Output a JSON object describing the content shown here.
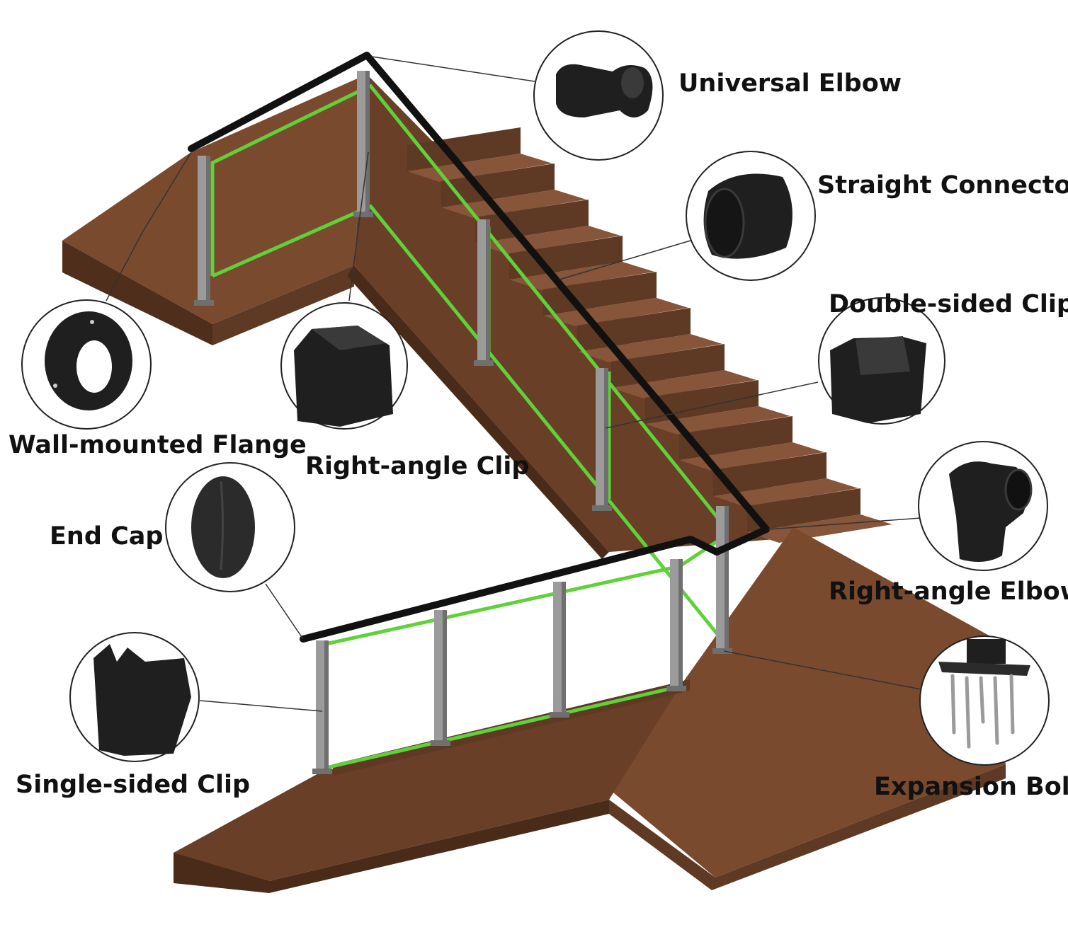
{
  "diagram": {
    "colors": {
      "floor": "#7a4a2e",
      "floor_side": "#4f2e1b",
      "stair_tread": "#86553a",
      "stair_riser": "#5e3923",
      "glass_edge": "#5fd13a",
      "post": "#9b9b9b",
      "post_shade": "#6f6f6f",
      "handrail": "#111111",
      "part": "#1f1f1f",
      "callout_line": "#333333"
    },
    "labels": {
      "universal_elbow": "Universal Elbow",
      "straight_connector": "Straight Connector",
      "double_sided_clip": "Double-sided Clip",
      "wall_mounted_flange": "Wall-mounted Flange",
      "right_angle_clip": "Right-angle Clip",
      "end_cap": "End Cap",
      "right_angle_elbow": "Right-angle Elbow",
      "single_sided_clip": "Single-sided Clip",
      "expansion_bolt": "Expansion Bolt"
    }
  }
}
